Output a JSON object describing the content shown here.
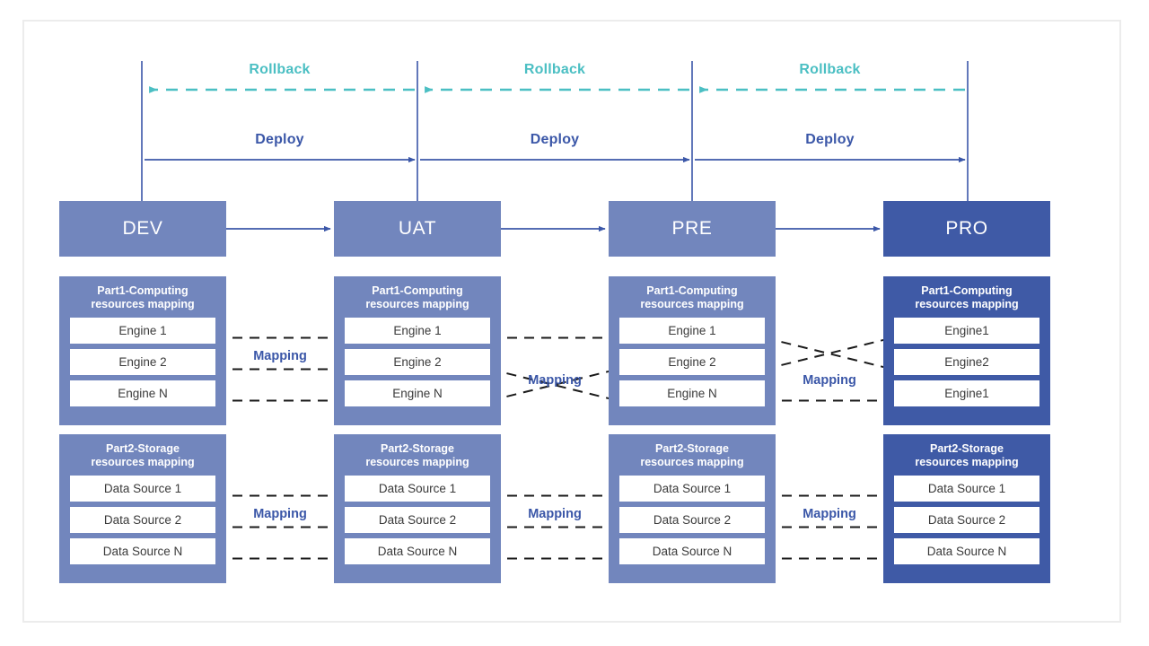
{
  "diagram": {
    "title_hidden": "",
    "colors": {
      "env_light": "#7286bd",
      "env_dark": "#3f5aa6",
      "panel_light": "#7286bd",
      "panel_dark": "#3f5aa6",
      "deploy_blue": "#3b57a8",
      "rollback_teal": "#4bbfc3",
      "connector_black": "#1a1a1a",
      "guide_blue": "#3b57a8",
      "row_white": "#ffffff",
      "frame_border": "#ececec",
      "page_background": "#ffffff"
    },
    "flows": [
      {
        "rollback_label": "Rollback",
        "deploy_label": "Deploy"
      },
      {
        "rollback_label": "Rollback",
        "deploy_label": "Deploy"
      },
      {
        "rollback_label": "Rollback",
        "deploy_label": "Deploy"
      }
    ],
    "environments": [
      {
        "name": "DEV",
        "tone": "light"
      },
      {
        "name": "UAT",
        "tone": "light"
      },
      {
        "name": "PRE",
        "tone": "light"
      },
      {
        "name": "PRO",
        "tone": "dark"
      }
    ],
    "part1": {
      "title": "Part1-Computing\nresources mapping",
      "columns": [
        {
          "env": "DEV",
          "tone": "light",
          "rows": [
            "Engine 1",
            "Engine 2",
            "Engine N"
          ]
        },
        {
          "env": "UAT",
          "tone": "light",
          "rows": [
            "Engine 1",
            "Engine 2",
            "Engine N"
          ]
        },
        {
          "env": "PRE",
          "tone": "light",
          "rows": [
            "Engine 1",
            "Engine 2",
            "Engine N"
          ]
        },
        {
          "env": "PRO",
          "tone": "dark",
          "rows": [
            "Engine1",
            "Engine2",
            "Engine1"
          ]
        }
      ],
      "mapping_labels": [
        "Mapping",
        "Mapping",
        "Mapping"
      ],
      "links": [
        {
          "from_col": 0,
          "to_col": 1,
          "pairs": [
            [
              0,
              0
            ],
            [
              1,
              1
            ],
            [
              2,
              2
            ]
          ]
        },
        {
          "from_col": 1,
          "to_col": 2,
          "pairs": [
            [
              0,
              0
            ],
            [
              1,
              2
            ],
            [
              2,
              1
            ]
          ]
        },
        {
          "from_col": 2,
          "to_col": 3,
          "pairs": [
            [
              0,
              1
            ],
            [
              1,
              0
            ],
            [
              2,
              2
            ]
          ]
        }
      ]
    },
    "part2": {
      "title": "Part2-Storage\nresources mapping",
      "columns": [
        {
          "env": "DEV",
          "tone": "light",
          "rows": [
            "Data Source 1",
            "Data Source 2",
            "Data Source N"
          ]
        },
        {
          "env": "UAT",
          "tone": "light",
          "rows": [
            "Data Source 1",
            "Data Source 2",
            "Data Source N"
          ]
        },
        {
          "env": "PRE",
          "tone": "light",
          "rows": [
            "Data Source 1",
            "Data Source 2",
            "Data Source N"
          ]
        },
        {
          "env": "PRO",
          "tone": "dark",
          "rows": [
            "Data Source 1",
            "Data Source 2",
            "Data Source N"
          ]
        }
      ],
      "mapping_labels": [
        "Mapping",
        "Mapping",
        "Mapping"
      ],
      "links": [
        {
          "from_col": 0,
          "to_col": 1,
          "pairs": [
            [
              0,
              0
            ],
            [
              1,
              1
            ],
            [
              2,
              2
            ]
          ]
        },
        {
          "from_col": 1,
          "to_col": 2,
          "pairs": [
            [
              0,
              0
            ],
            [
              1,
              1
            ],
            [
              2,
              2
            ]
          ]
        },
        {
          "from_col": 2,
          "to_col": 3,
          "pairs": [
            [
              0,
              0
            ],
            [
              1,
              1
            ],
            [
              2,
              2
            ]
          ]
        }
      ]
    }
  }
}
